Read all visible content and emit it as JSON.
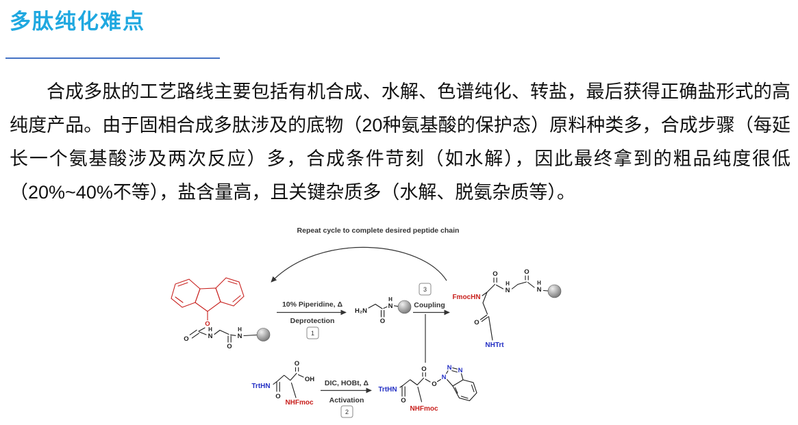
{
  "slide": {
    "title": "多肽纯化难点",
    "body": "合成多肽的工艺路线主要包括有机合成、水解、色谱纯化、转盐，最后获得正确盐形式的高纯度产品。由于固相合成多肽涉及的底物（20种氨基酸的保护态）原料种类多，合成步骤（每延长一个氨基酸涉及两次反应）多，合成条件苛刻（如水解），因此最终拿到的粗品纯度很低（20%~40%不等），盐含量高，且关键杂质多（水解、脱氨杂质等）。"
  },
  "diagram": {
    "cycle_caption": "Repeat cycle to complete desired peptide chain",
    "steps": {
      "deprotection": {
        "reagents": "10% Piperidine, Δ",
        "label": "Deprotection",
        "number": "1"
      },
      "activation": {
        "reagents": "DIC, HOBt, Δ",
        "label": "Activation",
        "number": "2"
      },
      "coupling": {
        "label": "Coupling",
        "number": "3"
      }
    },
    "labels": {
      "o": "O",
      "oh": "OH",
      "n": "N",
      "h": "H",
      "h2n": "H₂N",
      "fmochn": "FmocHN",
      "nhtrt": "NHTrt",
      "trthn": "TrtHN",
      "nhfmoc": "NHFmoc"
    }
  },
  "theme": {
    "--title-color": "#1FA8E0",
    "--underline-color": "#4472C4",
    "--body-color": "#111111",
    "--fmoc-red": "#C8201D",
    "--trt-blue": "#2430C4"
  }
}
